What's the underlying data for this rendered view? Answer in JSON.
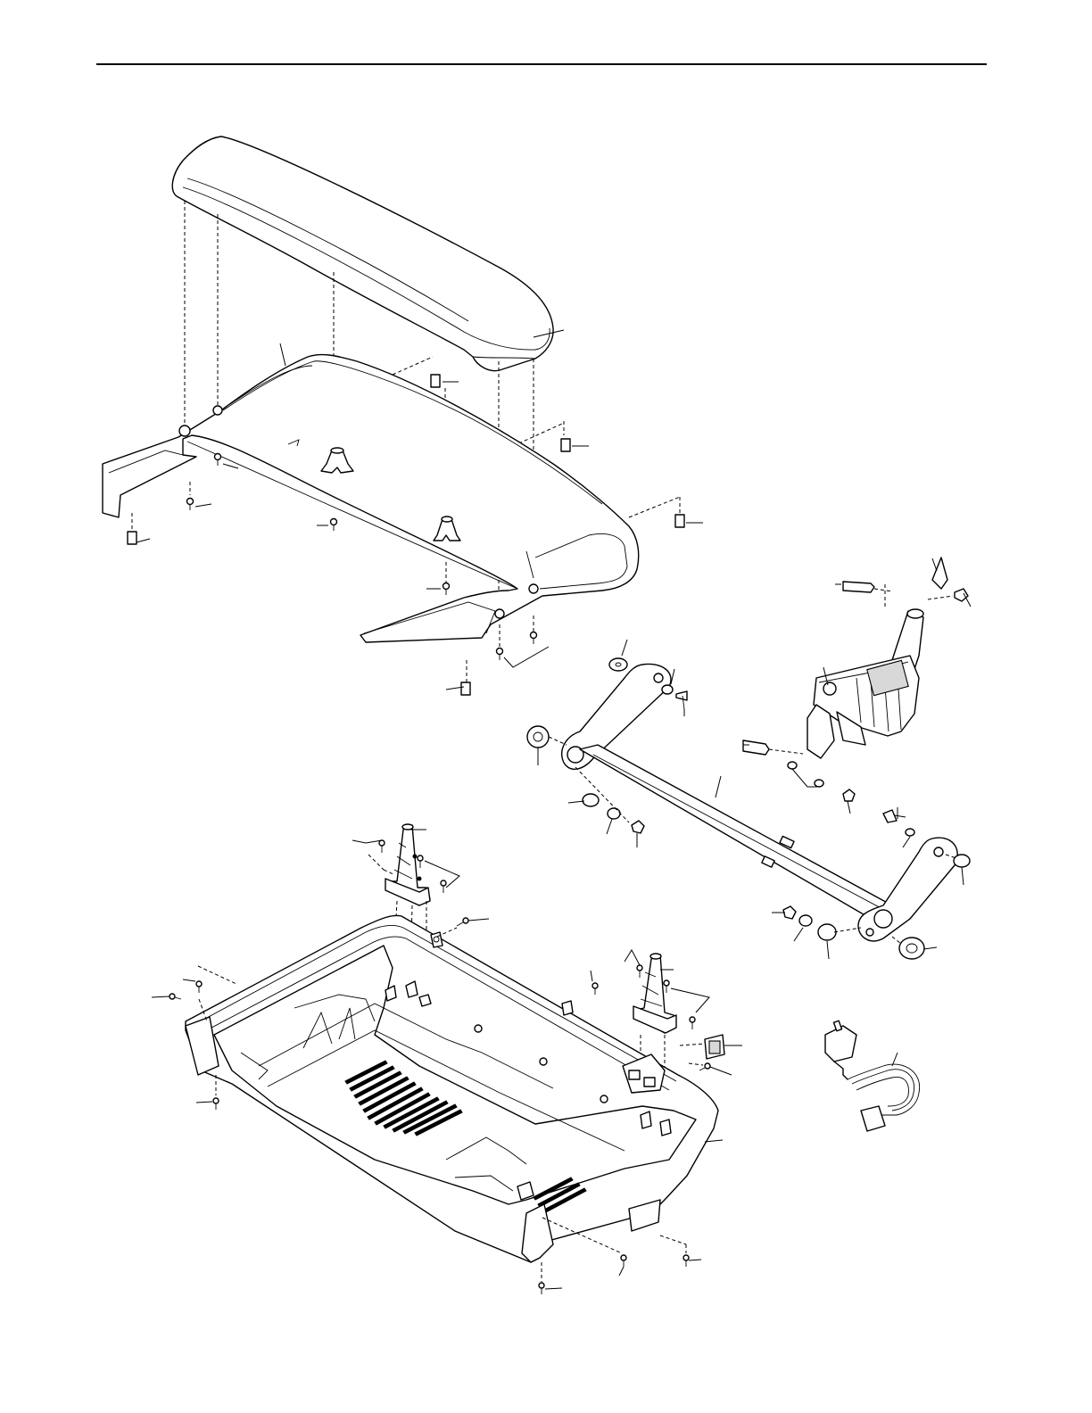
{
  "colors": {
    "line": "#000000",
    "background": "#ffffff",
    "shade": "#d8d8d8"
  },
  "parts": [
    {
      "id": "motor-hood",
      "icon": "hood-cover-icon"
    },
    {
      "id": "hood-base",
      "icon": "hood-base-icon"
    },
    {
      "id": "motor-housing",
      "icon": "housing-shell-icon"
    },
    {
      "id": "incline-frame",
      "icon": "incline-frame-icon"
    },
    {
      "id": "incline-motor",
      "icon": "linear-actuator-icon"
    },
    {
      "id": "power-cord",
      "icon": "power-cord-icon"
    },
    {
      "id": "upright-bracket",
      "icon": "upright-bracket-icon"
    }
  ]
}
